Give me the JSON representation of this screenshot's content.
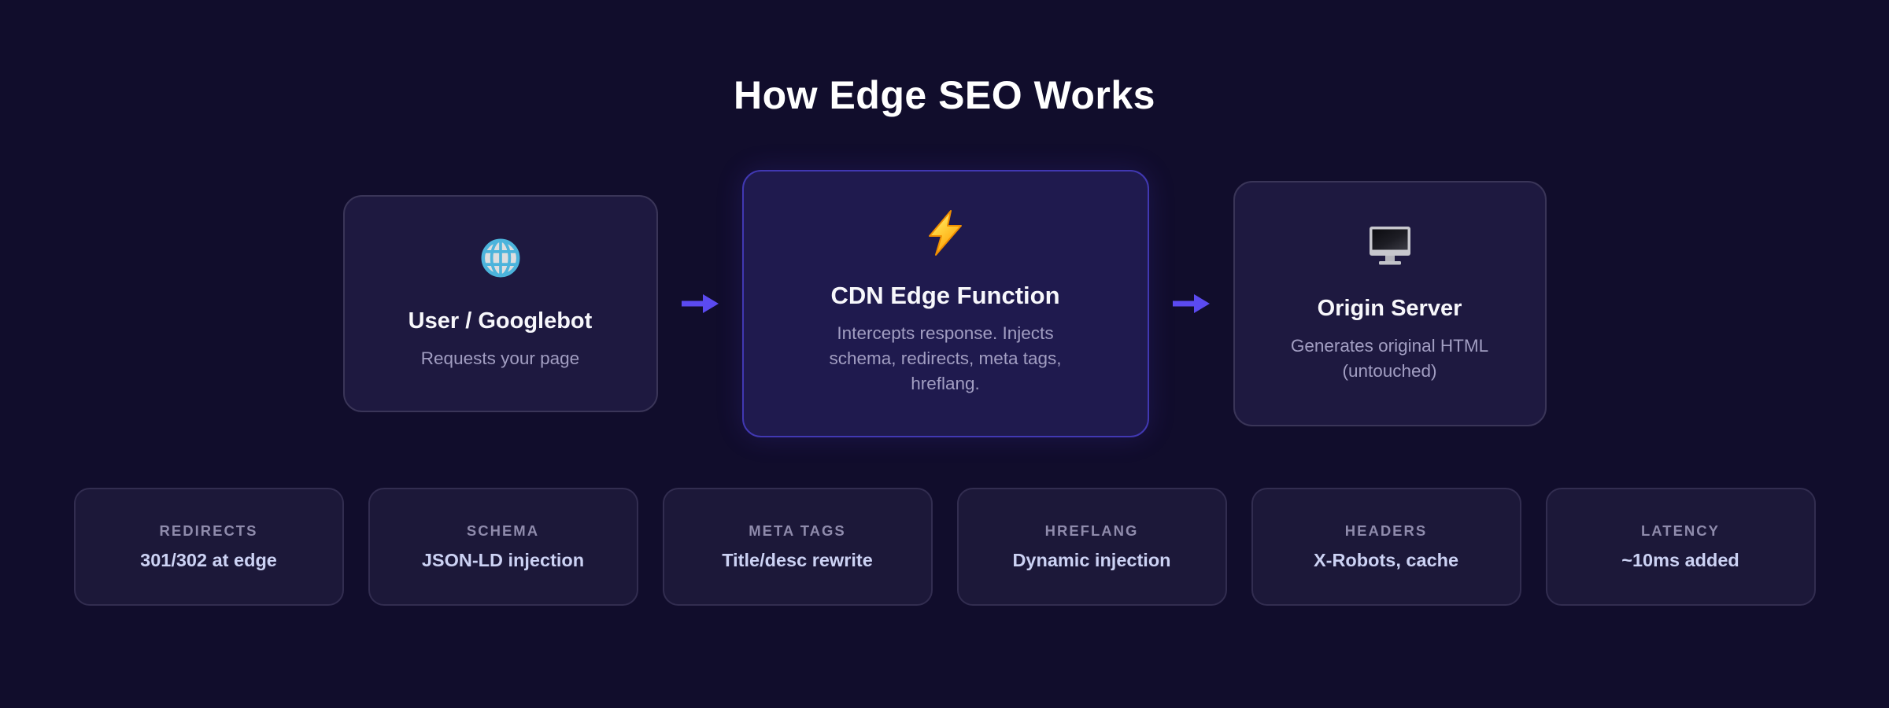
{
  "title": "How Edge SEO Works",
  "flow": {
    "nodes": [
      {
        "icon": "globe-icon",
        "title": "User / Googlebot",
        "description": "Requests your page",
        "highlighted": false
      },
      {
        "icon": "lightning-icon",
        "title": "CDN Edge Function",
        "description": "Intercepts response. Injects schema, redirects, meta tags, hreflang.",
        "highlighted": true
      },
      {
        "icon": "monitor-icon",
        "title": "Origin Server",
        "description": "Generates original HTML (untouched)",
        "highlighted": false
      }
    ]
  },
  "features": [
    {
      "label": "REDIRECTS",
      "value": "301/302 at edge"
    },
    {
      "label": "SCHEMA",
      "value": "JSON-LD injection"
    },
    {
      "label": "META TAGS",
      "value": "Title/desc rewrite"
    },
    {
      "label": "HREFLANG",
      "value": "Dynamic injection"
    },
    {
      "label": "HEADERS",
      "value": "X-Robots, cache"
    },
    {
      "label": "LATENCY",
      "value": "~10ms added"
    }
  ],
  "colors": {
    "background": "#110d2c",
    "card_background": "#1e1940",
    "card_border": "#3a3558",
    "highlight_background": "#1f1a4e",
    "highlight_border": "#4138b2",
    "arrow": "#5b4af0",
    "title_text": "#ffffff",
    "description_text": "#a29ec2",
    "chip_label_text": "#8f8bac",
    "chip_value_text": "#ccd2f4"
  }
}
